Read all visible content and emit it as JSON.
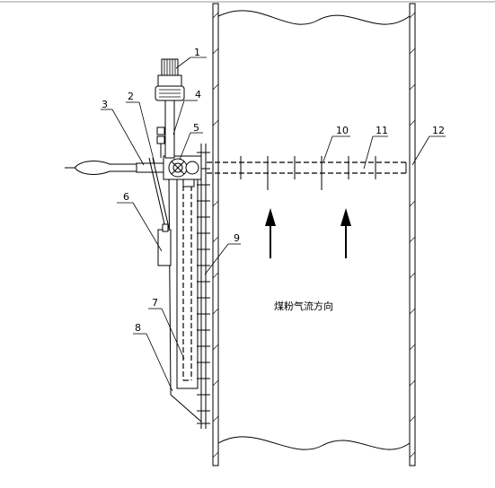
{
  "labels": {
    "l1": "1",
    "l2": "2",
    "l3": "3",
    "l4": "4",
    "l5": "5",
    "l6": "6",
    "l7": "7",
    "l8": "8",
    "l9": "9",
    "l10": "10",
    "l11": "11",
    "l12": "12"
  },
  "flow_caption": "煤粉气流方向"
}
